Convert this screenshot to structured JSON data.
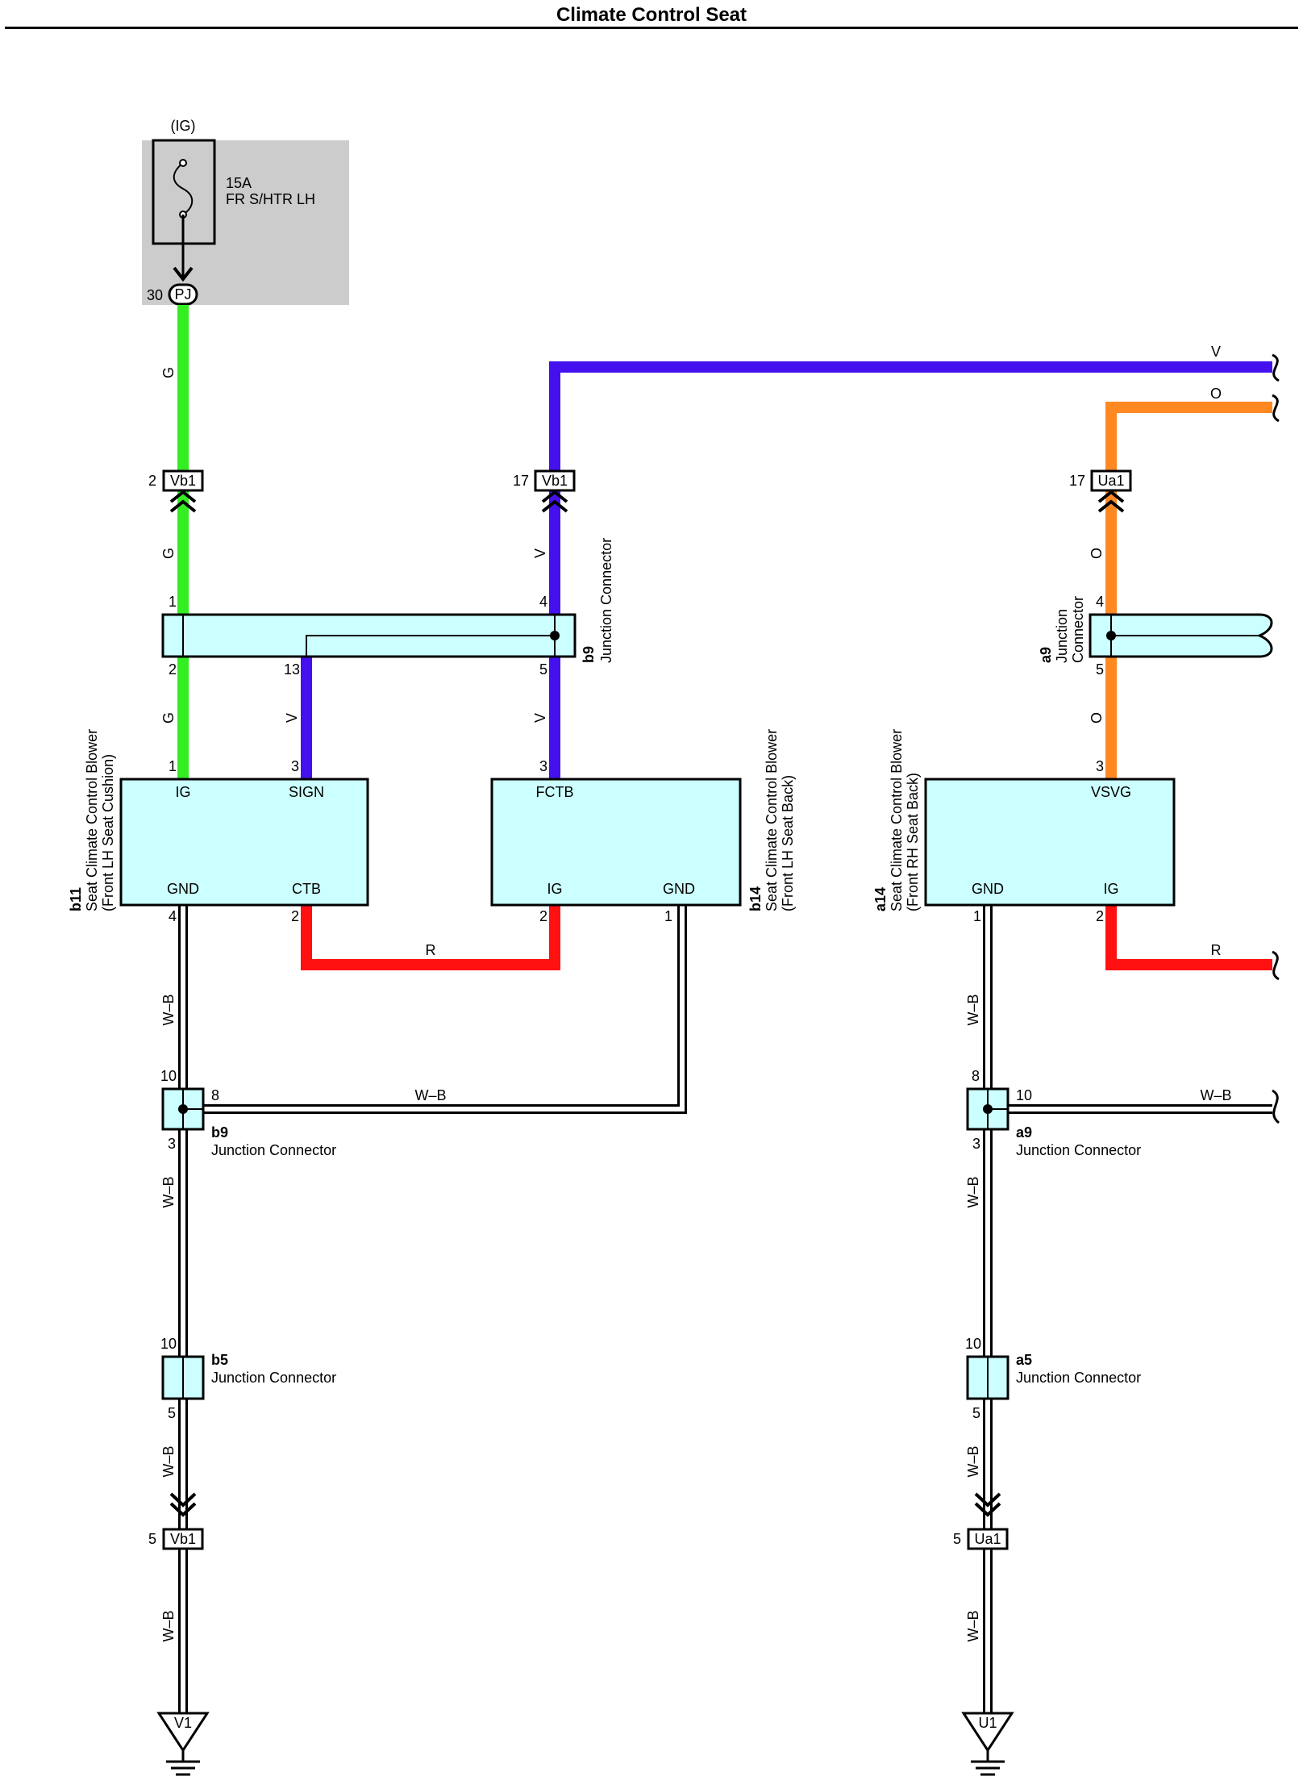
{
  "title": "Climate Control Seat",
  "colors": {
    "G": "#33ee22",
    "V": "#4411ee",
    "O": "#ff8822",
    "R": "#ff1111",
    "component_fill": "#ccffff",
    "fuse_box": "#cccccc"
  },
  "fuse": {
    "power": "(IG)",
    "rating": "15A",
    "name": "FR S/HTR LH",
    "pin": "30",
    "connector": "PJ"
  },
  "inline": {
    "vb1_g": {
      "pin": "2",
      "label": "Vb1"
    },
    "vb1_v": {
      "pin": "17",
      "label": "Vb1"
    },
    "ua1_o": {
      "pin": "17",
      "label": "Ua1"
    },
    "vb1_gnd": {
      "pin": "5",
      "label": "Vb1"
    },
    "ua1_gnd": {
      "pin": "5",
      "label": "Ua1"
    }
  },
  "wires": {
    "G": "G",
    "V": "V",
    "O": "O",
    "R": "R",
    "WB": "W–B"
  },
  "junctions": {
    "b9_top": {
      "id": "b9",
      "label": "Junction Connector",
      "pins": [
        "1",
        "4",
        "2",
        "13",
        "5"
      ]
    },
    "a9_top": {
      "id": "a9",
      "label1": "Junction",
      "label2": "Connector",
      "pins": [
        "4",
        "5"
      ]
    },
    "b9_low": {
      "id": "b9",
      "label": "Junction Connector",
      "pins": [
        "10",
        "8",
        "3"
      ]
    },
    "a9_low": {
      "id": "a9",
      "label": "Junction Connector",
      "pins": [
        "8",
        "10",
        "3"
      ]
    },
    "b5": {
      "id": "b5",
      "label": "Junction Connector",
      "pins": [
        "10",
        "5"
      ]
    },
    "a5": {
      "id": "a5",
      "label": "Junction Connector",
      "pins": [
        "10",
        "5"
      ]
    }
  },
  "components": {
    "b11": {
      "id": "b11",
      "name": "Seat Climate Control Blower",
      "sub": "(Front LH Seat Cushion)",
      "terminals": {
        "ig": "IG",
        "sign": "SIGN",
        "gnd": "GND",
        "ctb": "CTB"
      },
      "pins": {
        "ig": "1",
        "sign": "3",
        "gnd": "4",
        "ctb": "2"
      }
    },
    "b14": {
      "id": "b14",
      "name": "Seat Climate Control Blower",
      "sub": "(Front LH Seat Back)",
      "terminals": {
        "fctb": "FCTB",
        "ig": "IG",
        "gnd": "GND"
      },
      "pins": {
        "fctb": "3",
        "ig": "2",
        "gnd": "1"
      }
    },
    "a14": {
      "id": "a14",
      "name": "Seat Climate Control Blower",
      "sub": "(Front RH Seat Back)",
      "terminals": {
        "vsvg": "VSVG",
        "gnd": "GND",
        "ig": "IG"
      },
      "pins": {
        "vsvg": "3",
        "gnd": "1",
        "ig": "2"
      }
    }
  },
  "grounds": {
    "left": "V1",
    "right": "U1"
  }
}
